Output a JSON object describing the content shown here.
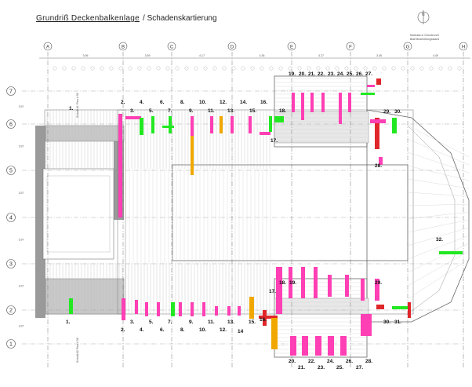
{
  "title": {
    "main": "Grundriß Deckenbalkenlage",
    "sub": "/ Schadenskartierung"
  },
  "columns": [
    "A",
    "B",
    "C",
    "D",
    "E",
    "F",
    "G",
    "H"
  ],
  "rows": [
    "7",
    "6",
    "5",
    "4",
    "3",
    "2",
    "1"
  ],
  "dims": {
    "top": [
      "3.96",
      "3.59",
      "4.17",
      "4.36",
      "4.27",
      "3.45",
      "4.49"
    ],
    "side": [
      "3.97",
      "3.97",
      "3.97",
      "3.97",
      "3.97",
      "3.97"
    ]
  },
  "labels_top": [
    "1.",
    "2.",
    "3.",
    "4.",
    "5.",
    "6.",
    "7.",
    "8.",
    "9.",
    "10.",
    "11.",
    "12.",
    "13.",
    "14.",
    "15.",
    "16.",
    "17.",
    "18.",
    "19.",
    "20.",
    "21.",
    "22.",
    "23.",
    "24.",
    "25.",
    "26.",
    "27.",
    "28.",
    "29.",
    "30."
  ],
  "labels_bottom": [
    "1.",
    "2.",
    "3.",
    "4.",
    "5.",
    "6.",
    "7.",
    "8.",
    "9.",
    "10.",
    "11.",
    "12.",
    "13.",
    "14",
    "15.",
    "16.",
    "17.",
    "18.",
    "19.",
    "20.",
    "21.",
    "22.",
    "23.",
    "24.",
    "25.",
    "26.",
    "27.",
    "28.",
    "29.",
    "30.",
    "31.",
    "32."
  ],
  "section_labels": {
    "top": "Schnitt A1 Plan # 38",
    "bottom": "Schnitt A2 Plan # 38"
  },
  "notes": {
    "north": "N",
    "legend_line1": "Maßstab in Gründerzeit",
    "legend_line2": "Blatt Bearbeitungsstand"
  },
  "colors": {
    "damage_pink": "#ff3fb4",
    "damage_green": "#22e822",
    "damage_orange": "#f0a800",
    "damage_red": "#e0262a",
    "wall": "#9a9a9a",
    "line": "#444444"
  }
}
